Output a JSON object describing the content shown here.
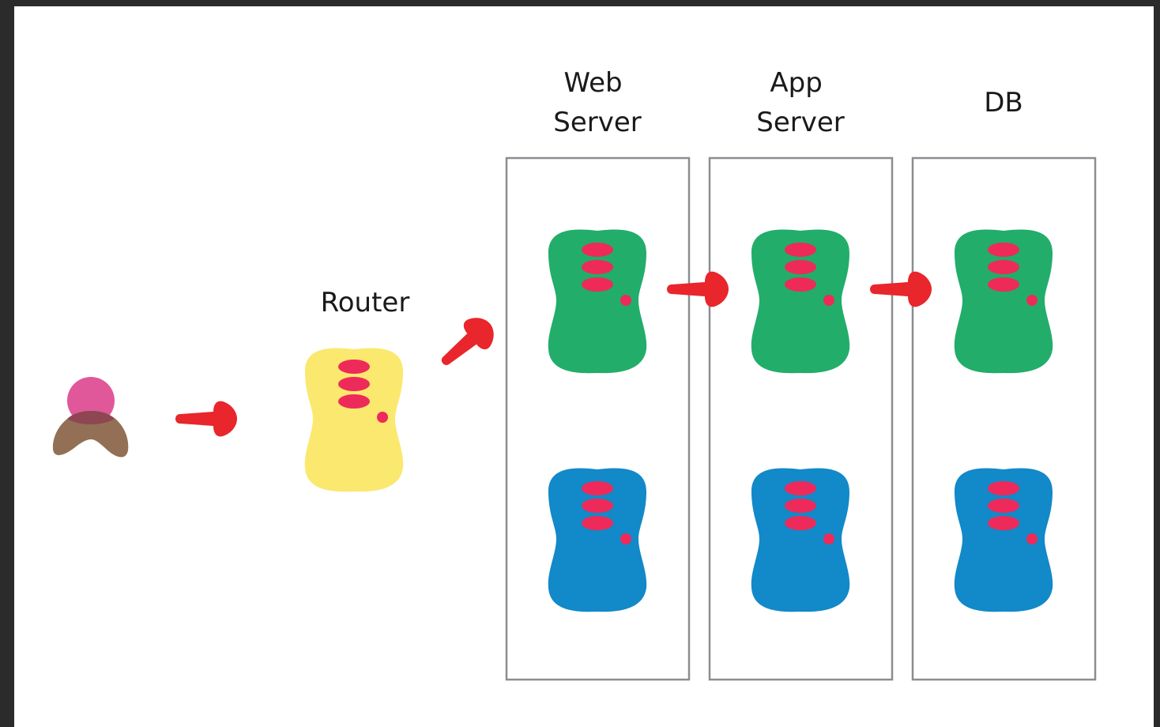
{
  "labels": {
    "router": "Router",
    "web_server": [
      "Web",
      "Server"
    ],
    "app_server": [
      "App",
      "Server"
    ],
    "db": "DB"
  },
  "colors": {
    "background": "#2b2b2b",
    "canvas": "#ffffff",
    "box_border": "#8a8e92",
    "arrow": "#e8262b",
    "router": "#fbe86e",
    "server_top": "#22ad6a",
    "server_bottom": "#1289c8",
    "lights": "#ee2a5a",
    "user_head": "#e0589a",
    "user_body": "#926f55"
  }
}
